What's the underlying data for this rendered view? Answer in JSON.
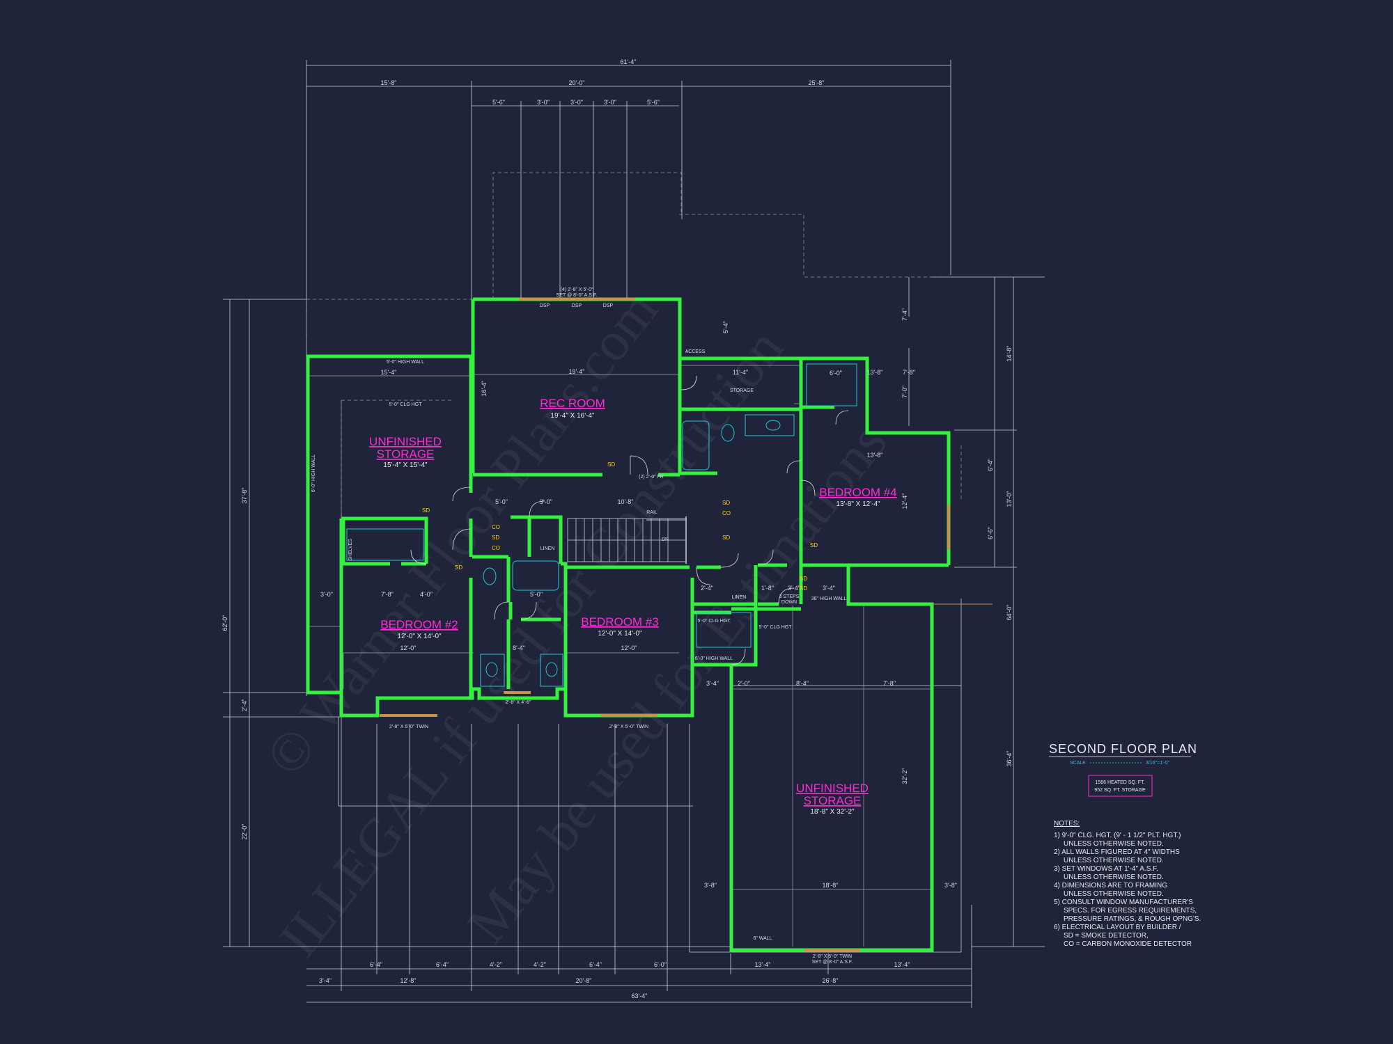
{
  "plan": {
    "title": "SECOND FLOOR PLAN",
    "scale_label": "SCALE",
    "scale_value": "3/16\"=1'-0\"",
    "area_heated": "1566 HEATED SQ. FT.",
    "area_storage": "952 SQ. FT. STORAGE"
  },
  "notes": {
    "heading": "NOTES:",
    "lines": [
      "1) 9'-0\" CLG. HGT. (9' - 1 1/2\" PLT. HGT.)",
      "UNLESS OTHERWISE NOTED.",
      "2) ALL WALLS FIGURED AT 4\" WIDTHS",
      "UNLESS OTHERWISE NOTED.",
      "3) SET WINDOWS AT 1'-4\" A.S.F.",
      "UNLESS OTHERWISE NOTED.",
      "4) DIMENSIONS ARE TO FRAMING",
      "UNLESS OTHERWISE NOTED.",
      "5) CONSULT WINDOW MANUFACTURER'S",
      "SPECS. FOR EGRESS REQUIREMENTS,",
      "PRESSURE RATINGS, & ROUGH OPNG'S.",
      "6) ELECTRICAL LAYOUT BY BUILDER /",
      "SD = SMOKE DETECTOR,",
      "CO = CARBON MONOXIDE DETECTOR"
    ]
  },
  "rooms": {
    "rec_name": "REC ROOM",
    "rec_size": "19'-4\" X 16'-4\"",
    "stor1_name_a": "UNFINISHED",
    "stor1_name_b": "STORAGE",
    "stor1_size": "15'-4\" X 15'-4\"",
    "bed4_name": "BEDROOM #4",
    "bed4_size": "13'-8\" X 12'-4\"",
    "bed2_name": "BEDROOM #2",
    "bed2_size": "12'-0\" X 14'-0\"",
    "bed3_name": "BEDROOM #3",
    "bed3_size": "12'-0\" X 14'-0\"",
    "stor2_name_a": "UNFINISHED",
    "stor2_name_b": "STORAGE",
    "stor2_size": "18'-8\" X 32'-2\""
  },
  "labels": {
    "storage": "STORAGE",
    "linen1": "LINEN",
    "linen2": "LINEN",
    "access": "ACCESS",
    "rail": "RAIL",
    "dn": "DN",
    "steps": "3 STEPS",
    "steps_down": "DOWN",
    "shelves": "SHELVES",
    "high_wall_36": "36\" HIGH WALL",
    "high_wall_5": "5'-0\" HIGH WALL",
    "high_wall_6": "6'-0\" HIGH WALL",
    "high_wall_6b": "6'-0\" HIGH WALL",
    "clg_hgt_5": "5'-0\" CLG HGT",
    "clg_hgt_5b": "5'-0\" CLG HGT",
    "clg_hgt_5c": "5'-0\" CLG HGT",
    "knee_wall": "6\" WALL",
    "win_top": "(4) 2'-8\" X 5'-0\"",
    "win_top_set": "SET @ 8'-0\" A.S.F.",
    "win_rec_dr": "(2) 2'-0\" FR",
    "win_b2": "2'-8\" X 5'-0\" TWIN",
    "win_bath": "2'-8\" X 4'-6\"",
    "win_b3": "2'-8\" X 5'-0\" TWIN",
    "win_stor": "2'-8\" X 5'-0\" TWIN",
    "win_stor_set": "SET @ 8'-0\" A.S.F.",
    "dsp1": "DSP",
    "dsp2": "DSP",
    "dsp3": "DSP"
  },
  "dims": {
    "overall_top": "61'-4\"",
    "top_a": "15'-8\"",
    "top_b": "20'-0\"",
    "top_c": "25'-8\"",
    "top_s1": "5'-6\"",
    "top_s2": "3'-0\"",
    "top_s3": "3'-0\"",
    "top_s4": "3'-0\"",
    "top_s5": "5'-6\"",
    "bottom_overall": "63'-4\"",
    "bottom_a": "3'-4\"",
    "bottom_b": "12'-8\"",
    "bottom_c": "20'-8\"",
    "bottom_d": "26'-8\"",
    "bottom_s1": "6'-4\"",
    "bottom_s2": "6'-4\"",
    "bottom_s3": "4'-2\"",
    "bottom_s4": "4'-2\"",
    "bottom_s5": "6'-4\"",
    "bottom_s6": "6'-0\"",
    "bottom_s7": "13'-4\"",
    "bottom_s8": "13'-4\"",
    "left_overall": "62'-0\"",
    "left_a": "37'-8\"",
    "left_b": "2'-4\"",
    "left_c": "22'-0\"",
    "right_overall": "64'-0\"",
    "right_a": "14'-8\"",
    "right_b": "13'-0\"",
    "right_c": "36'-4\"",
    "right_d": "6'-4\"",
    "right_e": "6'-6\"",
    "r_1": "7'-4\"",
    "r_2": "7'-0\"",
    "r_3": "7'-8\"",
    "inner_1": "19'-4\"",
    "inner_2": "16'-4\"",
    "inner_3": "15'-4\"",
    "inner_4": "11'-4\"",
    "inner_5": "13'-8\"",
    "inner_6": "5'-0\"",
    "inner_7": "6'-0\"",
    "inner_8": "10'-8\"",
    "inner_9": "3'-0\"",
    "inner_10": "5'-0\"",
    "inner_11": "7'-8\"",
    "inner_12": "4'-0\"",
    "inner_13": "12'-0\"",
    "inner_14": "12'-0\"",
    "inner_15": "8'-4\"",
    "inner_16": "3'-4\"",
    "inner_17": "2'-0\"",
    "inner_18": "8'-4\"",
    "inner_19": "7'-8\"",
    "inner_20": "18'-8\"",
    "inner_21": "3'-8\"",
    "inner_22": "3'-8\"",
    "inner_23": "32'-2\"",
    "inner_24": "13'-8\"",
    "inner_25": "12'-4\"",
    "inner_26": "5'-4\"",
    "inner_27": "1'-8\"",
    "inner_28": "3'-4\"",
    "inner_29": "3'-4\"",
    "inner_30": "2'-4\"",
    "inner_31": "3'-0\""
  },
  "detectors": [
    "SD",
    "SD",
    "CO",
    "SD",
    "SD",
    "CO",
    "SD",
    "SD",
    "SD",
    "SD",
    "CO",
    "SD"
  ],
  "watermark": {
    "line1": "© Warner Floor Plans.com",
    "line2": "ILLEGAL if used for Construction",
    "line3": "May be used for Estimations"
  },
  "colors": {
    "background": "#20243a",
    "walls": "#35f03f",
    "room_label": "#ff2ad4",
    "dim_line": "#c9cede",
    "detector": "#ffd400",
    "fixture": "#22c7d6"
  }
}
